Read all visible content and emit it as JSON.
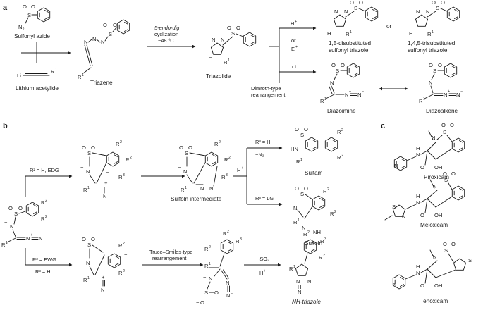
{
  "panels": {
    "a": "a",
    "b": "b",
    "c": "c"
  },
  "panel_a": {
    "sulfonyl_azide": "Sulfonyl azide",
    "lithium_acetylide": "Lithium acetylide",
    "triazene": "Triazene",
    "cyclization_1": "5-endo-dig",
    "cyclization_2": "cyclization",
    "temperature": "−48 ºC",
    "triazolide": "Triazolide",
    "proton": "H",
    "or": "or",
    "electrophile": "E",
    "rt": "r.t.",
    "dimroth_1": "Dimroth-type",
    "dimroth_2": "rearrangement",
    "product_15_1": "1,5-disubstituted",
    "product_15_2": "sulfonyl triazole",
    "or_products": "or",
    "product_145_1": "1,4,5-trisubstituted",
    "product_145_2": "sulfonyl triazole",
    "diazoimine": "Diazoimine",
    "diazoalkene": "Diazoalkene"
  },
  "panel_b": {
    "cond_edg": "R² = H, EDG",
    "cond_ewg": "R² = EWG",
    "cond_r3h": "R³ = H",
    "sulfoln_intermediate": "Sulfoln intermediate",
    "proton": "H",
    "cond_r3_h": "R³ = H",
    "minus_n2": "−N₂",
    "cond_r3_lg": "R³ = LG",
    "sultam": "Sultam",
    "sulfoln": "Sulfoln",
    "truce_1": "Truce–Smiles-type",
    "truce_2": "rearrangement",
    "minus_so2": "−SO₂",
    "nh_triazole": "NH-triazole"
  },
  "panel_c": {
    "piroxicam": "Piroxicam",
    "meloxicam": "Meloxicam",
    "tenoxicam": "Tenoxicam"
  },
  "atoms": {
    "S": "S",
    "O": "O",
    "N": "N",
    "N3": "N₃",
    "Li": "Li",
    "H": "H",
    "E": "E",
    "HN": "HN",
    "NH": "NH",
    "OH": "OH",
    "R": "R",
    "one": "1",
    "two": "2",
    "three": "3",
    "plus": "+",
    "minus": "−"
  }
}
